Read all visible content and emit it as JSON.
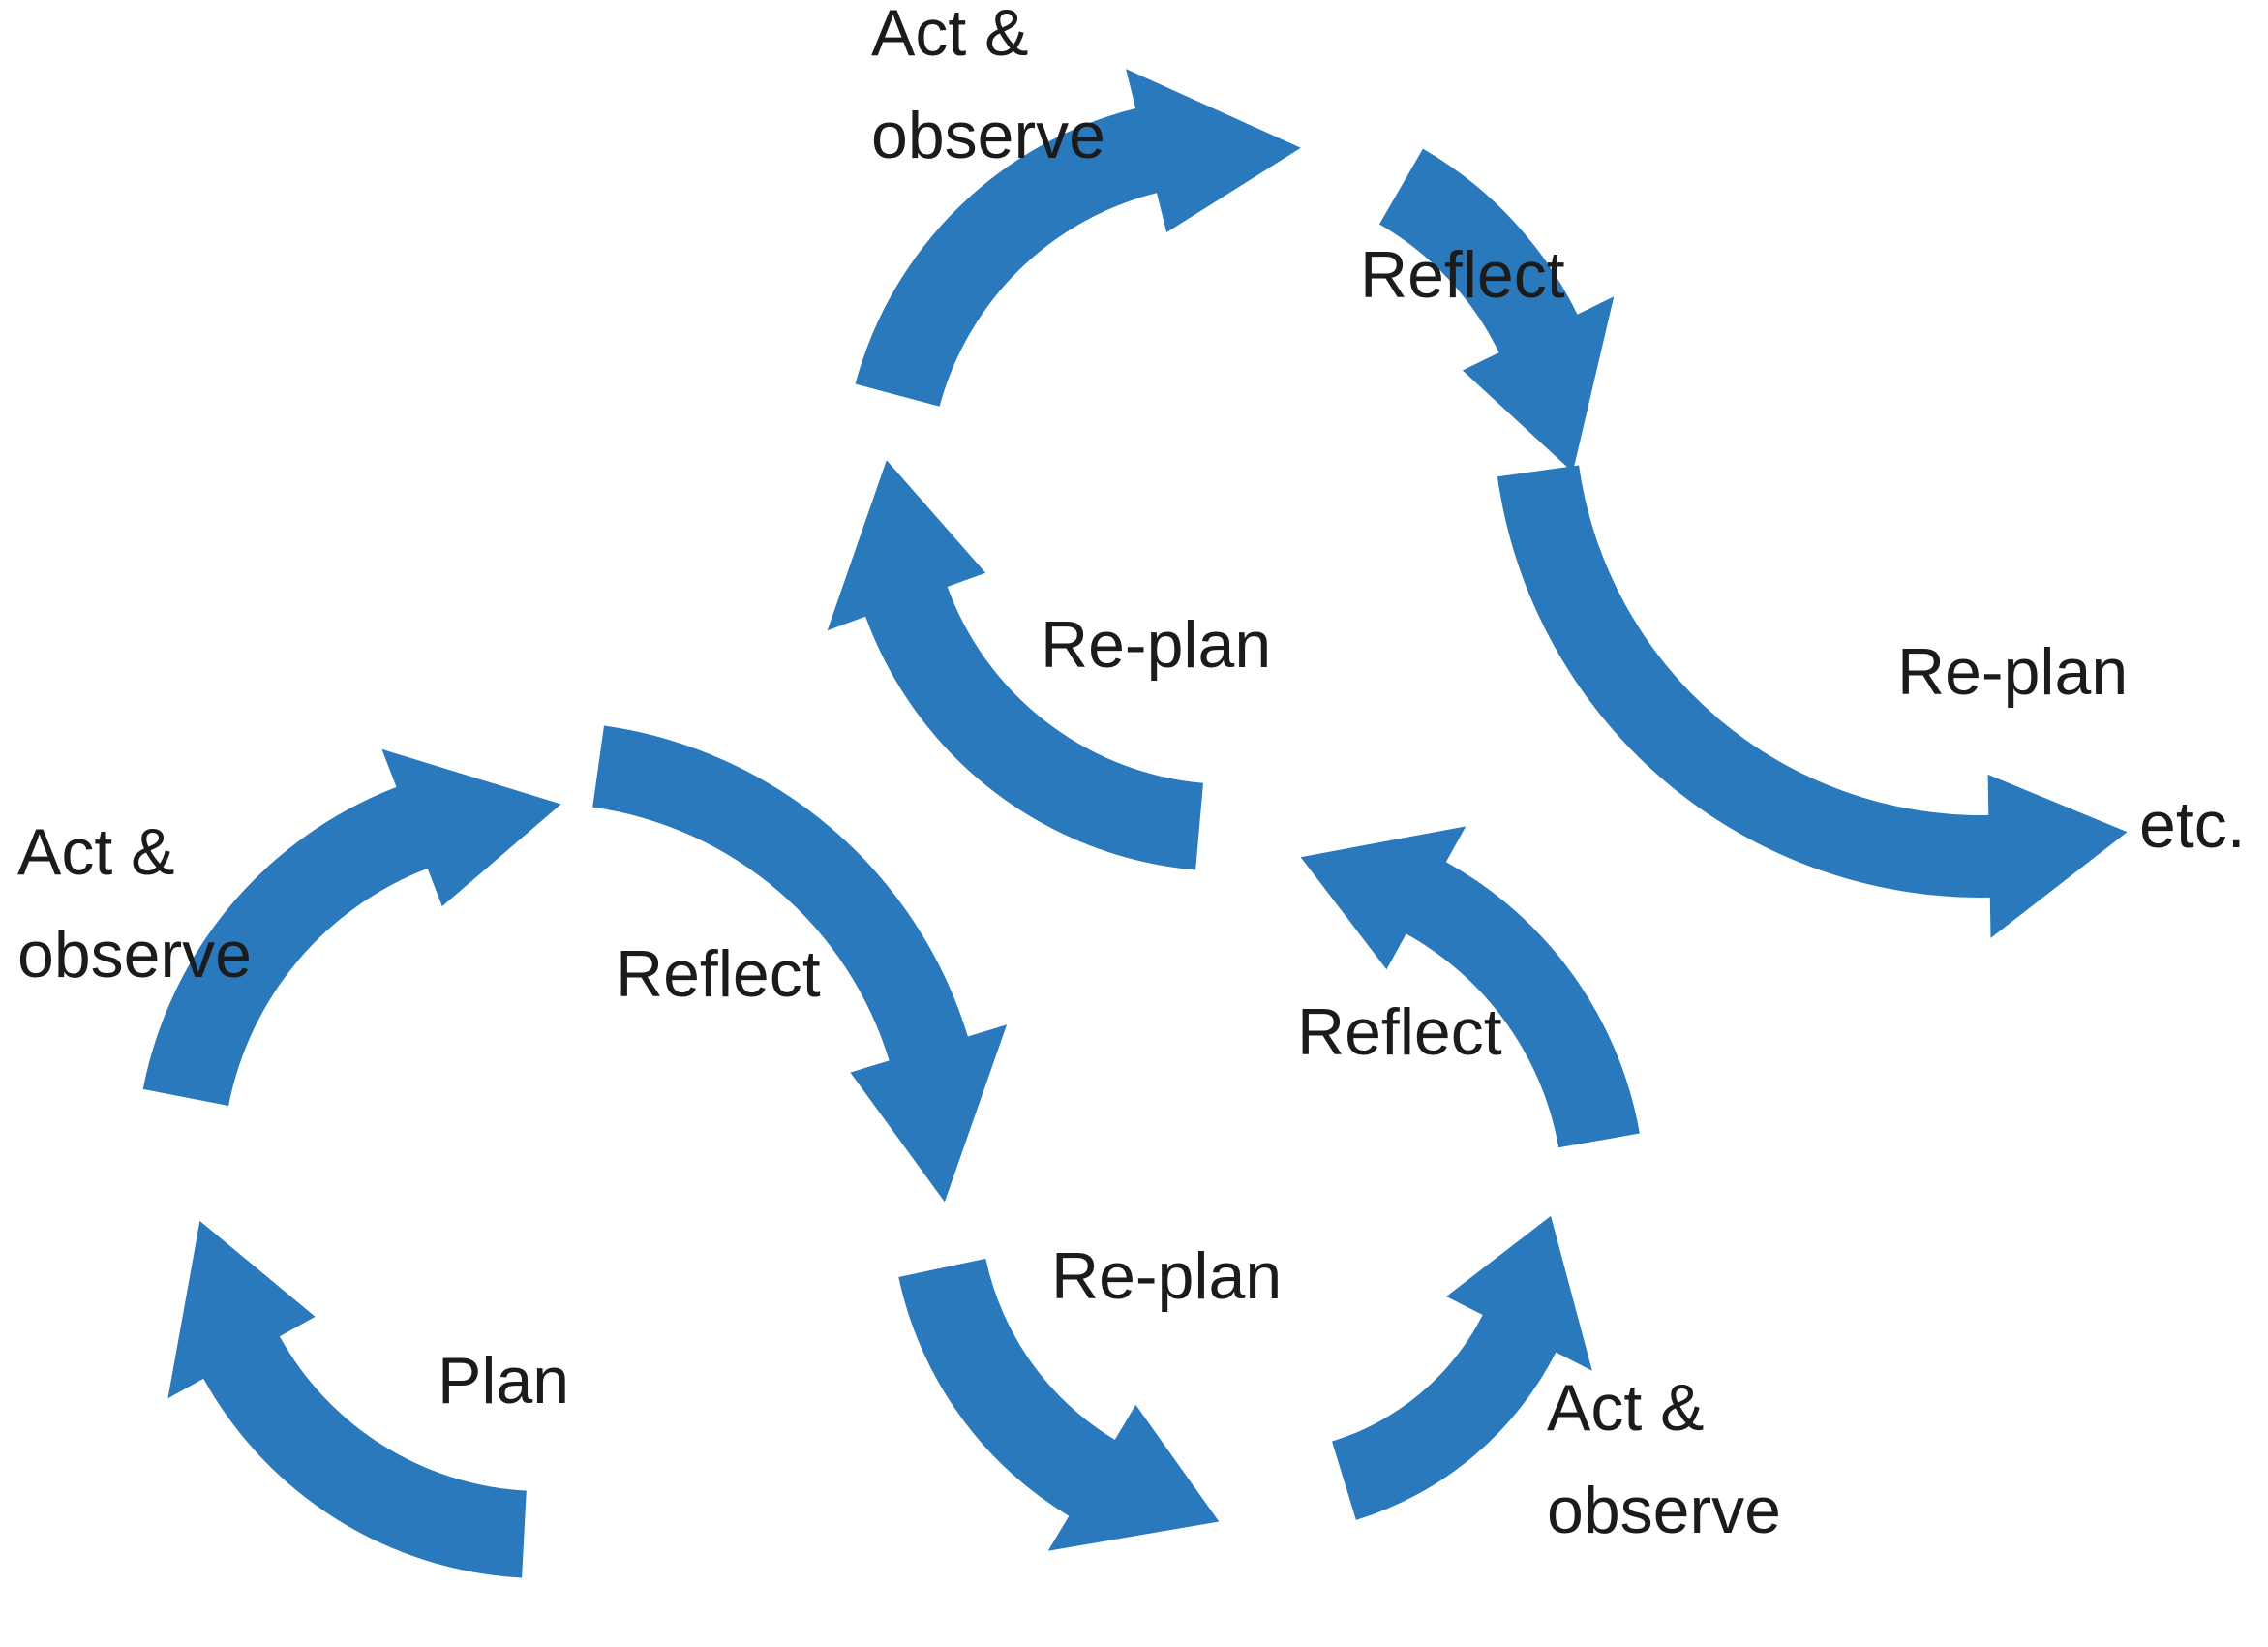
{
  "diagram": {
    "type": "action-research-spiral",
    "colors": {
      "arrow": "#2a79bd",
      "text": "#1b1b1b",
      "background": "#ffffff"
    },
    "cycle1_bottom_left": {
      "act_observe_line1": "Act &",
      "act_observe_line2": "observe",
      "reflect": "Reflect",
      "plan": "Plan"
    },
    "cycle2_middle": {
      "reflect": "Reflect",
      "replan": "Re-plan",
      "act_observe_line1": "Act &",
      "act_observe_line2": "observe"
    },
    "cycle3_top": {
      "act_observe_line1": "Act &",
      "act_observe_line2": "observe",
      "reflect": "Reflect",
      "replan": "Re-plan"
    },
    "exit_arrow": {
      "replan": "Re-plan",
      "etc": "etc."
    }
  }
}
